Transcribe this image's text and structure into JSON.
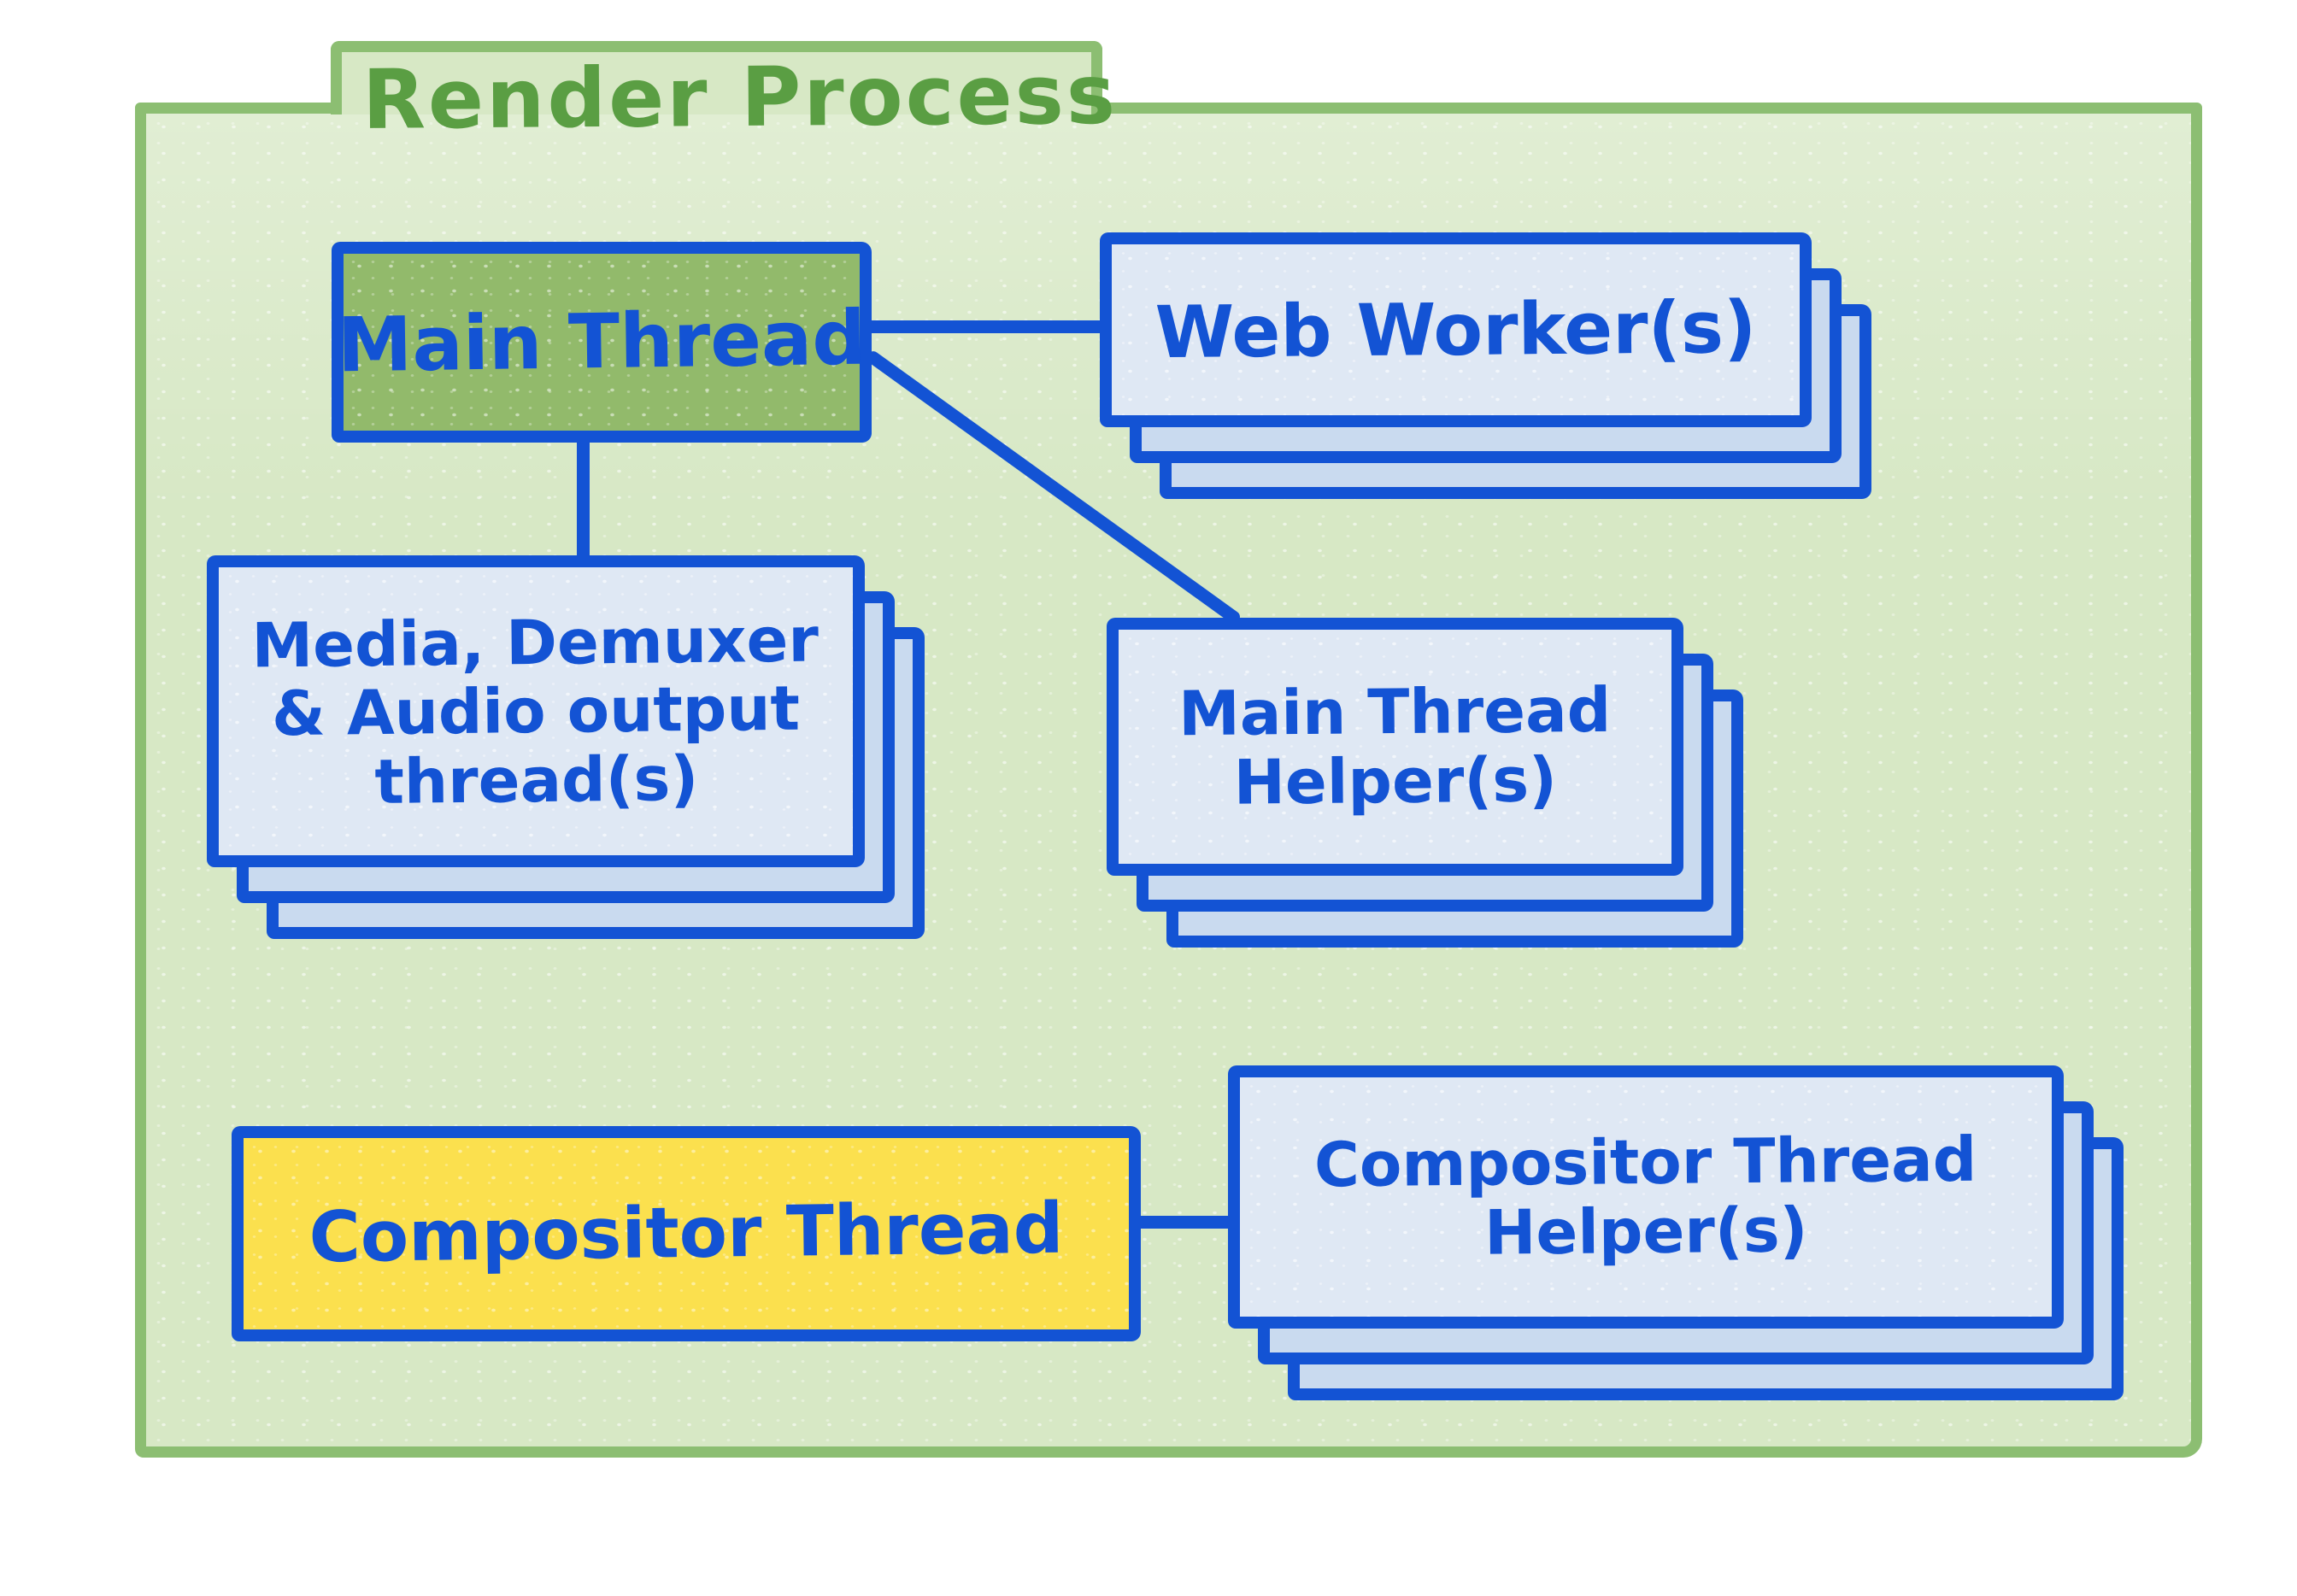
{
  "diagram": {
    "title": "Render Process",
    "boxes": {
      "main_thread": {
        "label": "Main Thread"
      },
      "web_workers": {
        "label": "Web Worker(s)"
      },
      "media_threads": {
        "lines": [
          "Media, Demuxer",
          "& Audio output",
          "thread(s)"
        ]
      },
      "main_thread_helpers": {
        "lines": [
          "Main Thread",
          "Helper(s)"
        ]
      },
      "compositor_thread": {
        "label": "Compositor Thread"
      },
      "compositor_thread_helpers": {
        "lines": [
          "Compositor Thread",
          "Helper(s)"
        ]
      }
    },
    "connections": [
      {
        "from": "main_thread",
        "to": "web_workers"
      },
      {
        "from": "main_thread",
        "to": "media_threads"
      },
      {
        "from": "main_thread",
        "to": "main_thread_helpers"
      },
      {
        "from": "compositor_thread",
        "to": "compositor_thread_helpers"
      }
    ],
    "colors": {
      "folder_fill": "#d7e8c5",
      "folder_border": "#8cbe72",
      "title_green": "#5a9e43",
      "ink_blue": "#1353d4",
      "card_front": "#dfe8f4",
      "card_back": "#c9daef",
      "main_thread_green": "#92ba6b",
      "compositor_yellow": "#fbe04e"
    }
  }
}
